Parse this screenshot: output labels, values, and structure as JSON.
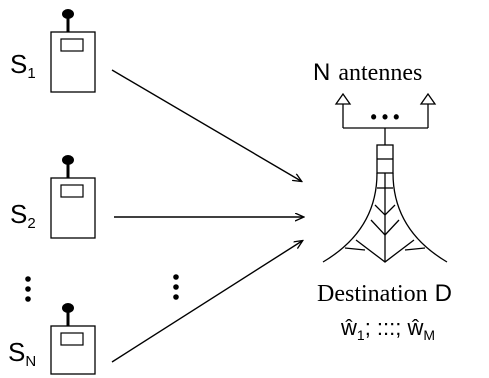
{
  "sources": [
    {
      "label": "S",
      "sub": "1"
    },
    {
      "label": "S",
      "sub": "2"
    },
    {
      "label": "S",
      "sub": "N"
    }
  ],
  "antenna": {
    "count_label": "N",
    "antennas_label": "antennes",
    "dots": "• • •"
  },
  "destination": {
    "word": "Destination",
    "letter": "D",
    "estimate_symbol": "ŵ",
    "estimate_first_sub": "1",
    "separator": "; :::; ",
    "estimate_last_sub": "M"
  },
  "colors": {
    "stroke": "#000000",
    "background": "#ffffff"
  }
}
